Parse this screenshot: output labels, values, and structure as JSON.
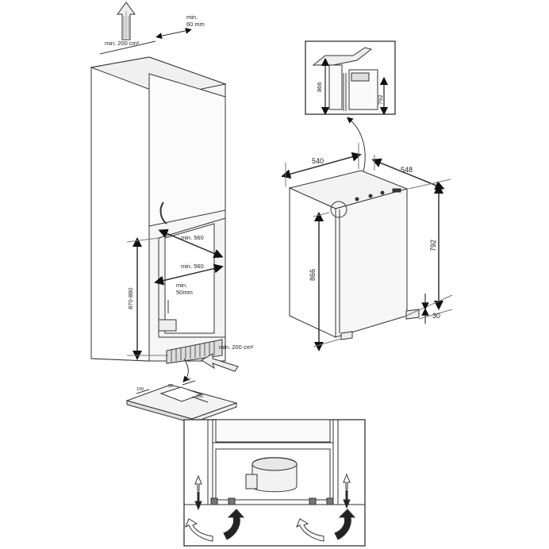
{
  "diagram": {
    "cabinet": {
      "vent_top_area": "min. 200 cm²",
      "top_gap": "min.\n60 mm",
      "rear_gap_upper": "min. 560",
      "rear_gap_lower": "min. 560",
      "niche_gap": "min.\n50mm",
      "niche_height": "870-880",
      "vent_bottom_area": "min. 200 cm²"
    },
    "detail_floor_plate": {
      "dims": [
        "100",
        "100",
        "150",
        "50"
      ]
    },
    "hinge_detail": {
      "height_866": "866",
      "height_792": "792"
    },
    "fridge": {
      "width": "540",
      "depth": "548",
      "height_866": "866",
      "height_792": "792",
      "plinth": "30"
    },
    "colors": {
      "line": "#333333",
      "cabinet_fill": "#f2f2f2",
      "arrow": "#222222",
      "airflow": "#dddddd"
    }
  }
}
